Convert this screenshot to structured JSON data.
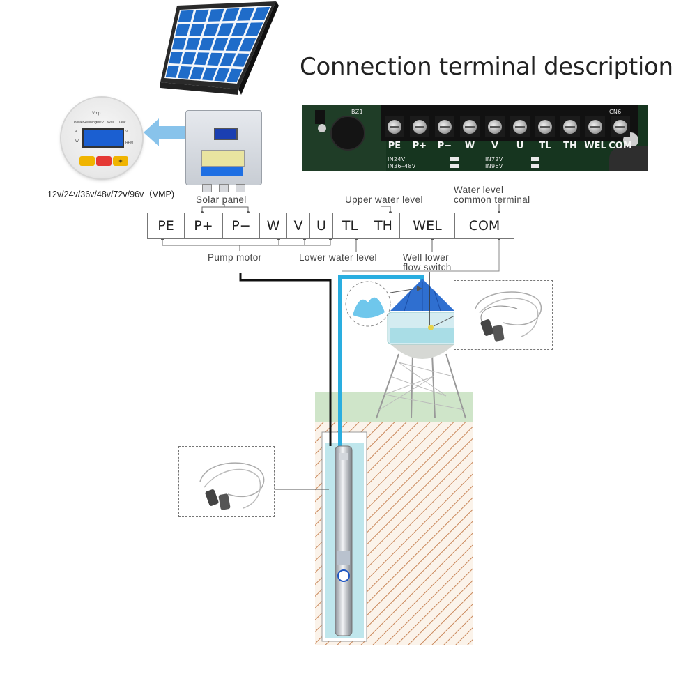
{
  "title": "Connection terminal description",
  "voltage_note": "12v/24v/36v/48v/72v/96v（VMP)",
  "terminal_block": [
    {
      "label": "PE",
      "w": 54
    },
    {
      "label": "P+",
      "w": 56
    },
    {
      "label": "P−",
      "w": 54
    },
    {
      "label": "W",
      "w": 40
    },
    {
      "label": "V",
      "w": 34
    },
    {
      "label": "U",
      "w": 34
    },
    {
      "label": "TL",
      "w": 50
    },
    {
      "label": "TH",
      "w": 48
    },
    {
      "label": "WEL",
      "w": 80
    },
    {
      "label": "COM",
      "w": 86
    }
  ],
  "group_labels": {
    "solar_panel": "Solar panel",
    "pump_motor": "Pump motor",
    "upper_water_level": "Upper water level",
    "lower_water_level": "Lower water level",
    "water_level_common_line1": "Water level",
    "water_level_common_line2": "common terminal",
    "well_lower_line1": "Well lower",
    "well_lower_line2": "flow switch"
  },
  "pcb": {
    "terminals": [
      "PE",
      "P+",
      "P−",
      "W",
      "V",
      "U",
      "TL",
      "TH",
      "WEL",
      "COM"
    ],
    "silk_top_left": "BZ1",
    "silk_top_right": "CN6",
    "voltage_options": [
      "IN24V",
      "IN36–48V",
      "IN72V",
      "IN96V"
    ]
  },
  "panel": {
    "title": "Vmp",
    "indicators": [
      "Power",
      "Running",
      "MPPT",
      "Wall",
      "Tank"
    ],
    "units": [
      "A",
      "W",
      "V",
      "RPM"
    ],
    "buttons": [
      {
        "label": "",
        "color": "#f0b400"
      },
      {
        "label": "",
        "color": "#e53935"
      },
      {
        "label": "+",
        "color": "#f0b400"
      }
    ]
  },
  "colors": {
    "pipe": "#2aaee0",
    "cable": "#111111",
    "water": "#bfe6ec",
    "ground_hatch": "#c9875a",
    "grass": "#cfe5c9",
    "tank_roof": "#2f6fd0",
    "solar_cell": "#1f6cc9"
  }
}
